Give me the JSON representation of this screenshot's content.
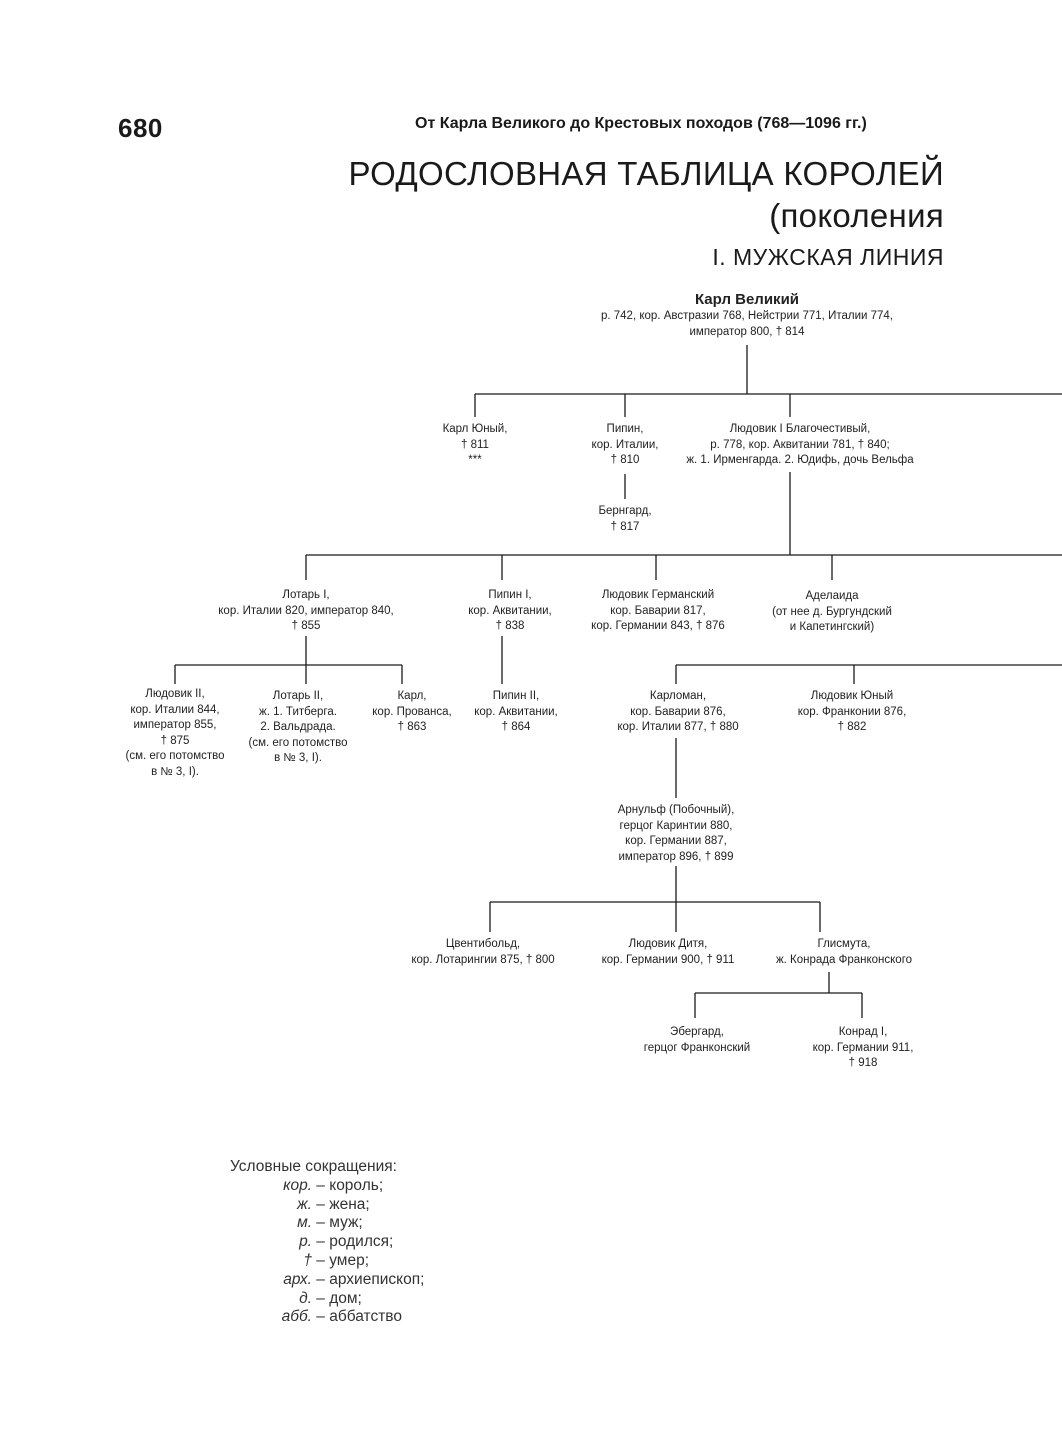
{
  "header": {
    "page_number": "680",
    "running_title": "От Карла Великого до Крестовых походов (768—1096 гг.)"
  },
  "title": {
    "line1": "РОДОСЛОВНАЯ ТАБЛИЦА КОРОЛЕЙ",
    "line2": "(поколения",
    "section": "I. МУЖСКАЯ ЛИНИЯ"
  },
  "tree": {
    "karl_velikiy": {
      "name": "Карл Великий",
      "l1": "р. 742, кор. Австразии 768, Нейстрии 771, Италии 774,",
      "l2": "император 800, † 814"
    },
    "karl_yuny": {
      "l1": "Карл Юный,",
      "l2": "† 811",
      "l3": "***"
    },
    "pipin_italy": {
      "l1": "Пипин,",
      "l2": "кор. Италии,",
      "l3": "† 810"
    },
    "ludwig_pious": {
      "l1": "Людовик I Благочестивый,",
      "l2": "р. 778, кор. Аквитании 781, † 840;",
      "l3": "ж. 1. Ирменгарда. 2. Юдифь, дочь Вельфа"
    },
    "bernard": {
      "l1": "Бернгард,",
      "l2": "† 817"
    },
    "lothar1": {
      "l1": "Лотарь   I,",
      "l2": "кор. Италии 820, император 840,",
      "l3": "† 855"
    },
    "pipin1": {
      "l1": "Пипин I,",
      "l2": "кор. Аквитании,",
      "l3": "† 838"
    },
    "ludwig_german": {
      "l1": "Людовик Германский",
      "l2": "кор. Баварии 817,",
      "l3": "кор. Германии 843, † 876"
    },
    "adelaide": {
      "l1": "Аделаида",
      "l2": "(от нее д. Бургундский",
      "l3": "и Капетингский)"
    },
    "ludwig2": {
      "l1": "Людовик II,",
      "l2": "кор. Италии 844,",
      "l3": "император 855,",
      "l4": "† 875",
      "l5": "(см. его потомство",
      "l6": "в № 3, I)."
    },
    "lothar2": {
      "l1": "Лотарь II,",
      "l2": "ж. 1. Титберга.",
      "l3": "2. Вальдрада.",
      "l4": "(см. его потомство",
      "l5": "в № 3, I)."
    },
    "karl_provence": {
      "l1": "Карл,",
      "l2": "кор. Прованса,",
      "l3": "† 863"
    },
    "pipin2": {
      "l1": "Пипин II,",
      "l2": "кор. Аквитании,",
      "l3": "† 864"
    },
    "karloman": {
      "l1": "Карломан,",
      "l2": "кор. Баварии 876,",
      "l3": "кор. Италии 877, † 880"
    },
    "ludwig_young": {
      "l1": "Людовик Юный",
      "l2": "кор. Франконии 876,",
      "l3": "† 882"
    },
    "arnulf": {
      "l1": "Арнульф (Побочный),",
      "l2": "герцог Каринтии 880,",
      "l3": "кор. Германии 887,",
      "l4": "император 896, † 899"
    },
    "zwentibold": {
      "l1": "Цвентибольд,",
      "l2": "кор. Лотарингии 875, † 800"
    },
    "ludwig_child": {
      "l1": "Людовик Дитя,",
      "l2": "кор. Германии 900, † 911"
    },
    "glismut": {
      "l1": "Глисмута,",
      "l2": "ж. Конрада Франконского"
    },
    "eberhard": {
      "l1": "Эбергард,",
      "l2": "герцог Франконский"
    },
    "konrad1": {
      "l1": "Конрад I,",
      "l2": "кор. Германии 911,",
      "l3": "† 918"
    }
  },
  "legend": {
    "heading": "Условные сокращения:",
    "items": [
      {
        "abbr": "кор.",
        "meaning": " – король;"
      },
      {
        "abbr": "ж.",
        "meaning": " – жена;"
      },
      {
        "abbr": "м.",
        "meaning": " – муж;"
      },
      {
        "abbr": "р.",
        "meaning": " – родился;"
      },
      {
        "abbr": "†",
        "meaning": " – умер;"
      },
      {
        "abbr": "арх.",
        "meaning": " – архиепископ;"
      },
      {
        "abbr": "д.",
        "meaning": " – дом;"
      },
      {
        "abbr": "абб.",
        "meaning": " – аббатство"
      }
    ]
  }
}
